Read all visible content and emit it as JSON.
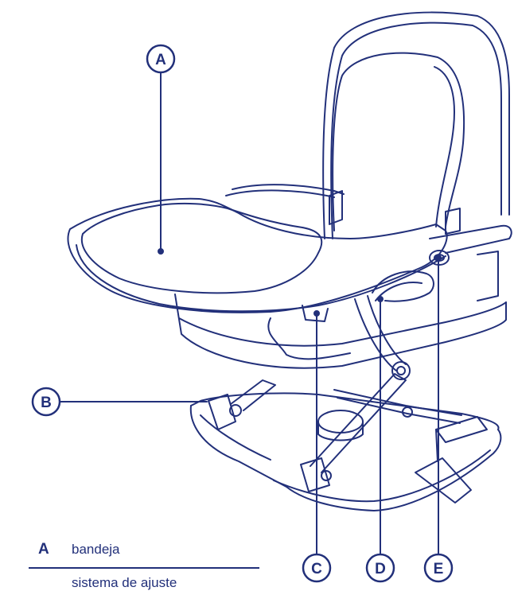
{
  "colors": {
    "ink": "#22307a",
    "background": "#ffffff"
  },
  "callouts": [
    {
      "letter": "A"
    },
    {
      "letter": "B"
    },
    {
      "letter": "C"
    },
    {
      "letter": "D"
    },
    {
      "letter": "E"
    }
  ],
  "legend": [
    {
      "letter": "A",
      "text": "bandeja"
    },
    {
      "letter": "",
      "text": "sistema de ajuste"
    }
  ]
}
